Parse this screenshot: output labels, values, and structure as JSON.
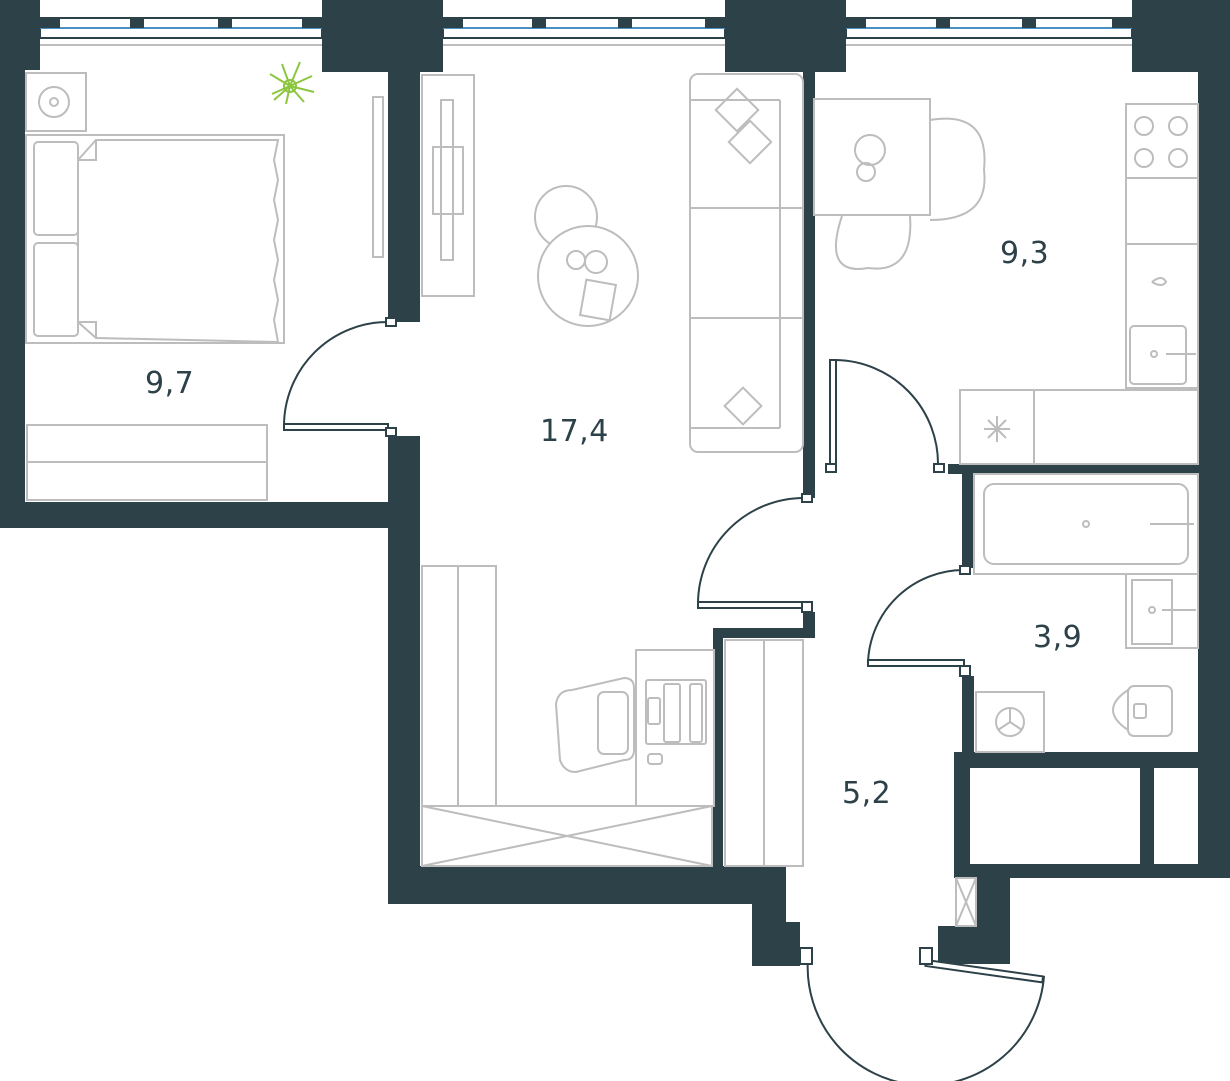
{
  "rooms": {
    "bedroom": {
      "area": "9,7"
    },
    "living": {
      "area": "17,4"
    },
    "kitchen": {
      "area": "9,3"
    },
    "bathroom": {
      "area": "3,9"
    },
    "hall": {
      "area": "5,2"
    }
  },
  "colors": {
    "wall": "#2c4148",
    "furniture": "#bdbdbd",
    "window_glass": "#4a90c4",
    "plant": "#8cc63f"
  }
}
